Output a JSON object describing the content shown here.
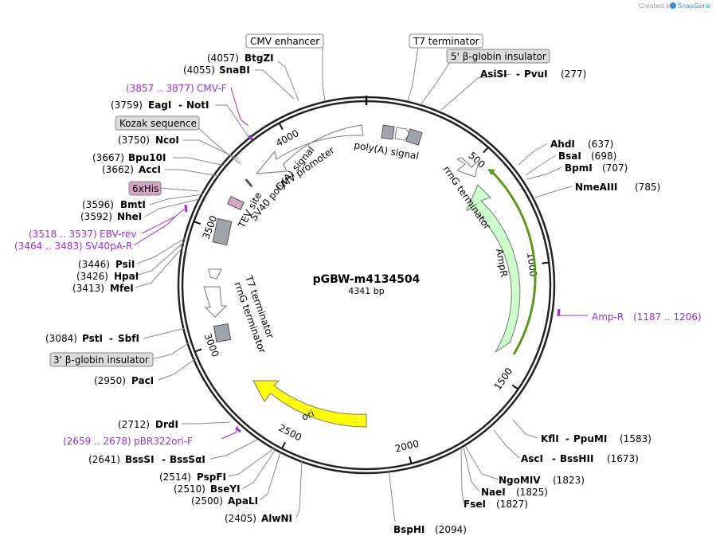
{
  "credit": {
    "created_by": "Created by",
    "brand": "SnapGene"
  },
  "plasmid": {
    "name": "pGBW-m4134504",
    "length_label": "4341 bp"
  },
  "ticks": [
    "500",
    "1000",
    "1500",
    "2000",
    "2500",
    "3000",
    "3500",
    "4000"
  ],
  "boxed_labels": {
    "cmv_enhancer": "CMV enhancer",
    "t7_terminator": "T7 terminator",
    "globin5": "5' β-globin insulator",
    "kozak": "Kozak sequence",
    "his6": "6xHis",
    "globin3": "3' β-globin insulator"
  },
  "feature_labels": {
    "polya": "poly(A) signal",
    "cmv_promoter": "CMV promoter",
    "sv40_polya": "SV40 poly(A) signal",
    "tev": "TEV site",
    "rrng_right": "rrnG terminator",
    "ampr": "AmpR",
    "t7_inner": "T7 terminator",
    "rrng_inner": "rrnG terminator",
    "ori": "ori"
  },
  "enzymes_left": [
    {
      "pos": "(4057)",
      "name": "BtgZI"
    },
    {
      "pos": "(4055)",
      "name": "SnaBI"
    },
    {
      "pos": "(3759)",
      "name": "EagI",
      "sep": "-",
      "name2": "NotI"
    },
    {
      "pos": "(3750)",
      "name": "NcoI"
    },
    {
      "pos": "(3667)",
      "name": "Bpu10I"
    },
    {
      "pos": "(3662)",
      "name": "AccI"
    },
    {
      "pos": "(3596)",
      "name": "BmtI"
    },
    {
      "pos": "(3592)",
      "name": "NheI"
    },
    {
      "pos": "(3446)",
      "name": "PsiI"
    },
    {
      "pos": "(3426)",
      "name": "HpaI"
    },
    {
      "pos": "(3413)",
      "name": "MfeI"
    },
    {
      "pos": "(3084)",
      "name": "PstI",
      "sep": "-",
      "name2": "SbfI"
    },
    {
      "pos": "(2950)",
      "name": "PacI"
    },
    {
      "pos": "(2712)",
      "name": "DrdI"
    },
    {
      "pos": "(2641)",
      "name": "BssSI",
      "sep": "-",
      "name2": "BssSαI"
    },
    {
      "pos": "(2514)",
      "name": "PspFI"
    },
    {
      "pos": "(2510)",
      "name": "BseYI"
    },
    {
      "pos": "(2500)",
      "name": "ApaLI"
    },
    {
      "pos": "(2405)",
      "name": "AlwNI"
    }
  ],
  "enzymes_right": [
    {
      "name": "AsiSI",
      "sep": "-",
      "name2": "PvuI",
      "pos": "(277)"
    },
    {
      "name": "AhdI",
      "pos": "(637)"
    },
    {
      "name": "BsaI",
      "pos": "(698)"
    },
    {
      "name": "BpmI",
      "pos": "(707)"
    },
    {
      "name": "NmeAIII",
      "pos": "(785)"
    },
    {
      "name": "KflI",
      "sep": "-",
      "name2": "PpuMI",
      "pos": "(1583)"
    },
    {
      "name": "AscI",
      "sep": "-",
      "name2": "BssHII",
      "pos": "(1673)"
    },
    {
      "name": "NgoMIV",
      "pos": "(1823)"
    },
    {
      "name": "NaeI",
      "pos": "(1825)"
    },
    {
      "name": "FseI",
      "pos": "(1827)"
    },
    {
      "name": "BspHI",
      "pos": "(2094)"
    }
  ],
  "primers": [
    {
      "range": "(3857 .. 3877)",
      "name": "CMV-F"
    },
    {
      "range": "(3518 .. 3537)",
      "name": "EBV-rev"
    },
    {
      "range": "(3464 .. 3483)",
      "name": "SV40pA-R"
    },
    {
      "range": "(2659 .. 2678)",
      "name": "pBR322ori-F"
    },
    {
      "name": "Amp-R",
      "range": "(1187 .. 1206)"
    }
  ],
  "colors": {
    "backbone": "#222222",
    "ampr_fill": "#ccffcc",
    "ampr_line": "#5a9a1a",
    "ori_fill": "#ffff00",
    "grey_feature": "#a0a4ac",
    "his_fill": "#d4a4c0",
    "box_fill": "#dcdcdc",
    "primer": "#9b30d9",
    "brand": "#3a8ed8"
  }
}
